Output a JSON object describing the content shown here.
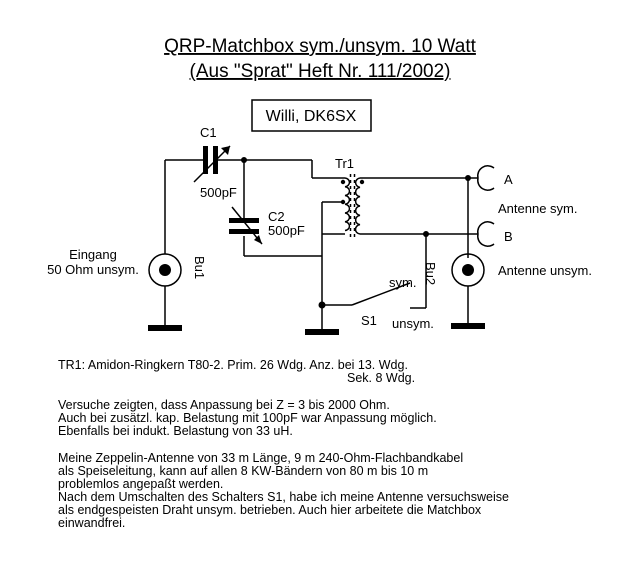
{
  "title": {
    "line1": "QRP-Matchbox sym./unsym. 10 Watt",
    "line2": "(Aus \"Sprat\" Heft Nr. 111/2002)"
  },
  "author": "Willi, DK6SX",
  "labels": {
    "c1": "C1",
    "c1_value": "500pF",
    "c2": "C2",
    "c2_value": "500pF",
    "tr1": "Tr1",
    "bu1": "Bu1",
    "bu2": "Bu2",
    "s1": "S1",
    "sym": "sym.",
    "unsym": "unsym.",
    "input_line1": "Eingang",
    "input_line2": "50 Ohm unsym.",
    "terminal_a": "A",
    "terminal_b": "B",
    "antenna_sym": "Antenne sym.",
    "antenna_unsym": "Antenne unsym."
  },
  "notes": {
    "tr1_line1": "TR1: Amidon-Ringkern T80-2. Prim. 26 Wdg. Anz. bei 13. Wdg.",
    "tr1_line2": "Sek. 8 Wdg.",
    "p1_line1": "Versuche zeigten, dass Anpassung bei Z = 3 bis 2000 Ohm.",
    "p1_line2": "Auch bei zusätzl. kap. Belastung mit 100pF war Anpassung möglich.",
    "p1_line3": "Ebenfalls bei indukt. Belastung von 33 uH.",
    "p2_line1": "Meine Zeppelin-Antenne von 33 m Länge, 9 m 240-Ohm-Flachbandkabel",
    "p2_line2": "als Speiseleitung, kann auf allen 8 KW-Bändern von 80 m bis 10 m",
    "p2_line3": "problemlos angepaßt werden.",
    "p2_line4": "Nach dem Umschalten des Schalters S1, habe ich meine Antenne versuchsweise",
    "p2_line5": "als endgespeisten Draht unsym. betrieben. Auch hier arbeitete die Matchbox",
    "p2_line6": "einwandfrei."
  }
}
